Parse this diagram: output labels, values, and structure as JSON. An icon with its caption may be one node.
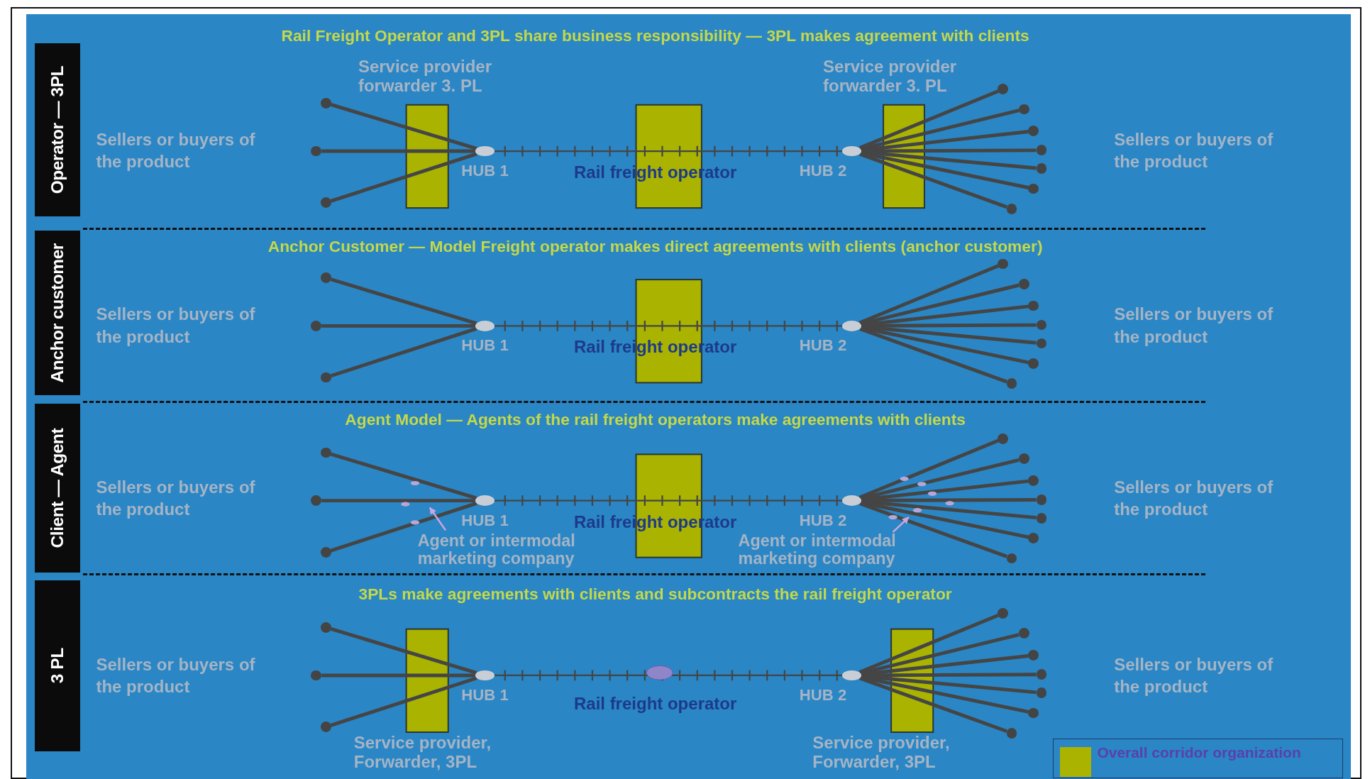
{
  "diagram": {
    "nodes": [
      {
        "text": [],
        "shape": "circle",
        "beside": [
          "HUB 1"
        ]
      },
      {
        "text": [],
        "shape": "circle",
        "beside": [
          "HUB 2"
        ]
      },
      {
        "text": [],
        "shape": "circle"
      },
      {
        "text": [],
        "shape": "circle"
      },
      {
        "text": [],
        "shape": "circle"
      },
      {
        "text": [],
        "shape": "circle"
      },
      {
        "text": [],
        "shape": "circle"
      },
      {
        "text": [],
        "shape": "circle"
      },
      {
        "text": [],
        "shape": "circle"
      },
      {
        "text": [],
        "shape": "circle"
      },
      {
        "text": [],
        "shape": "circle"
      },
      {
        "text": [],
        "shape": "circle"
      },
      {
        "text": [],
        "shape": "circle",
        "beside": [
          "HUB 1"
        ]
      },
      {
        "text": [],
        "shape": "circle",
        "beside": [
          "HUB 2"
        ]
      },
      {
        "text": [],
        "shape": "circle"
      },
      {
        "text": [],
        "shape": "circle"
      },
      {
        "text": [],
        "shape": "circle"
      },
      {
        "text": [],
        "shape": "circle"
      },
      {
        "text": [],
        "shape": "circle"
      },
      {
        "text": [],
        "shape": "circle"
      },
      {
        "text": [],
        "shape": "circle"
      },
      {
        "text": [],
        "shape": "circle"
      },
      {
        "text": [],
        "shape": "circle"
      },
      {
        "text": [],
        "shape": "circle"
      },
      {
        "text": [],
        "shape": "circle",
        "beside": [
          "HUB 1"
        ]
      },
      {
        "text": [],
        "shape": "circle",
        "beside": [
          "HUB 2"
        ]
      },
      {
        "text": [
          "Agent or intermodal marketing company"
        ]
      },
      {
        "text": [
          "Agent or intermodal marketing company"
        ]
      },
      {
        "text": [],
        "shape": "circle"
      },
      {
        "text": [],
        "shape": "circle"
      },
      {
        "text": [],
        "shape": "circle"
      },
      {
        "text": [],
        "shape": "circle"
      },
      {
        "text": [],
        "shape": "circle"
      },
      {
        "text": [],
        "shape": "circle"
      },
      {
        "text": [],
        "shape": "circle"
      },
      {
        "text": [],
        "shape": "circle"
      },
      {
        "text": [],
        "shape": "circle"
      },
      {
        "text": [],
        "shape": "circle"
      },
      {
        "text": [],
        "shape": "circle",
        "beside": [
          "HUB 1"
        ]
      },
      {
        "text": [],
        "shape": "circle",
        "beside": [
          "HUB 2"
        ]
      },
      {
        "text": [],
        "shape": "circle"
      },
      {
        "text": [],
        "shape": "circle"
      },
      {
        "text": [],
        "shape": "circle"
      },
      {
        "text": [],
        "shape": "circle"
      },
      {
        "text": [],
        "shape": "circle"
      },
      {
        "text": [],
        "shape": "circle"
      },
      {
        "text": [],
        "shape": "circle"
      },
      {
        "text": [],
        "shape": "circle"
      },
      {
        "text": [],
        "shape": "circle"
      },
      {
        "text": [],
        "shape": "circle"
      }
    ],
    "edges": [
      {
        "from": 2,
        "to": 0,
        "arrow": "none"
      },
      {
        "from": 3,
        "to": 0,
        "arrow": "none"
      },
      {
        "from": 4,
        "to": 0,
        "arrow": "none"
      },
      {
        "from": 0,
        "to": 1,
        "arrow": "none",
        "label": "Rail freight operator"
      },
      {
        "from": 1,
        "to": 5,
        "arrow": "none"
      },
      {
        "from": 1,
        "to": 6,
        "arrow": "none"
      },
      {
        "from": 1,
        "to": 7,
        "arrow": "none"
      },
      {
        "from": 1,
        "to": 8,
        "arrow": "none"
      },
      {
        "from": 1,
        "to": 9,
        "arrow": "none"
      },
      {
        "from": 1,
        "to": 10,
        "arrow": "none"
      },
      {
        "from": 1,
        "to": 11,
        "arrow": "none"
      },
      {
        "from": 14,
        "to": 12,
        "arrow": "none"
      },
      {
        "from": 15,
        "to": 12,
        "arrow": "none"
      },
      {
        "from": 16,
        "to": 12,
        "arrow": "none"
      },
      {
        "from": 12,
        "to": 13,
        "arrow": "none",
        "label": "Rail freight operator"
      },
      {
        "from": 13,
        "to": 17,
        "arrow": "none"
      },
      {
        "from": 13,
        "to": 18,
        "arrow": "none"
      },
      {
        "from": 13,
        "to": 19,
        "arrow": "none"
      },
      {
        "from": 13,
        "to": 20,
        "arrow": "none"
      },
      {
        "from": 13,
        "to": 21,
        "arrow": "none"
      },
      {
        "from": 13,
        "to": 22,
        "arrow": "none"
      },
      {
        "from": 13,
        "to": 23,
        "arrow": "none"
      },
      {
        "from": 28,
        "to": 24,
        "arrow": "none"
      },
      {
        "from": 29,
        "to": 24,
        "arrow": "none"
      },
      {
        "from": 30,
        "to": 24,
        "arrow": "none"
      },
      {
        "from": 24,
        "to": 25,
        "arrow": "none",
        "label": "Rail freight operator"
      },
      {
        "from": 25,
        "to": 31,
        "arrow": "none"
      },
      {
        "from": 25,
        "to": 32,
        "arrow": "none"
      },
      {
        "from": 25,
        "to": 33,
        "arrow": "none"
      },
      {
        "from": 25,
        "to": 34,
        "arrow": "none"
      },
      {
        "from": 25,
        "to": 35,
        "arrow": "none"
      },
      {
        "from": 25,
        "to": 36,
        "arrow": "none"
      },
      {
        "from": 25,
        "to": 37,
        "arrow": "none"
      },
      {
        "from": 26,
        "to": null,
        "arrow": "to",
        "color": "#c9a6dc"
      },
      {
        "from": 27,
        "to": null,
        "arrow": "to",
        "color": "#c9a6dc"
      },
      {
        "from": 40,
        "to": 38,
        "arrow": "none"
      },
      {
        "from": 41,
        "to": 38,
        "arrow": "none"
      },
      {
        "from": 42,
        "to": 38,
        "arrow": "none"
      },
      {
        "from": 38,
        "to": 39,
        "arrow": "none",
        "label": "Rail freight operator"
      },
      {
        "from": 39,
        "to": 43,
        "arrow": "none"
      },
      {
        "from": 39,
        "to": 44,
        "arrow": "none"
      },
      {
        "from": 39,
        "to": 45,
        "arrow": "none"
      },
      {
        "from": 39,
        "to": 46,
        "arrow": "none"
      },
      {
        "from": 39,
        "to": 47,
        "arrow": "none"
      },
      {
        "from": 39,
        "to": 48,
        "arrow": "none"
      },
      {
        "from": 39,
        "to": 49,
        "arrow": "none"
      }
    ],
    "labels": [
      "Operator — 3PL",
      "Rail Freight Operator and 3PL share business responsibility — 3PL makes agreement with clients",
      "Service provider forwarder 3. PL",
      "Service provider forwarder 3. PL",
      "Sellers or buyers of the product",
      "Sellers or buyers of the product",
      "Anchor customer",
      "Anchor Customer — Model Freight operator makes direct agreements with clients (anchor customer)",
      "Sellers or buyers of the product",
      "Sellers or buyers of the product",
      "Client — Agent",
      "Agent Model — Agents of the rail freight operators make agreements with clients",
      "Sellers or buyers of the product",
      "Sellers or buyers of the product",
      "3 PL",
      "3PLs make agreements with clients and subcontracts the rail freight operator",
      "Sellers or buyers of the product",
      "Sellers or buyers of the product",
      "Service provider, Forwarder, 3PL",
      "Service provider, Forwarder, 3PL"
    ],
    "legend": [
      {
        "text": "Overall corridor organization",
        "color": "#a9b300"
      }
    ]
  }
}
